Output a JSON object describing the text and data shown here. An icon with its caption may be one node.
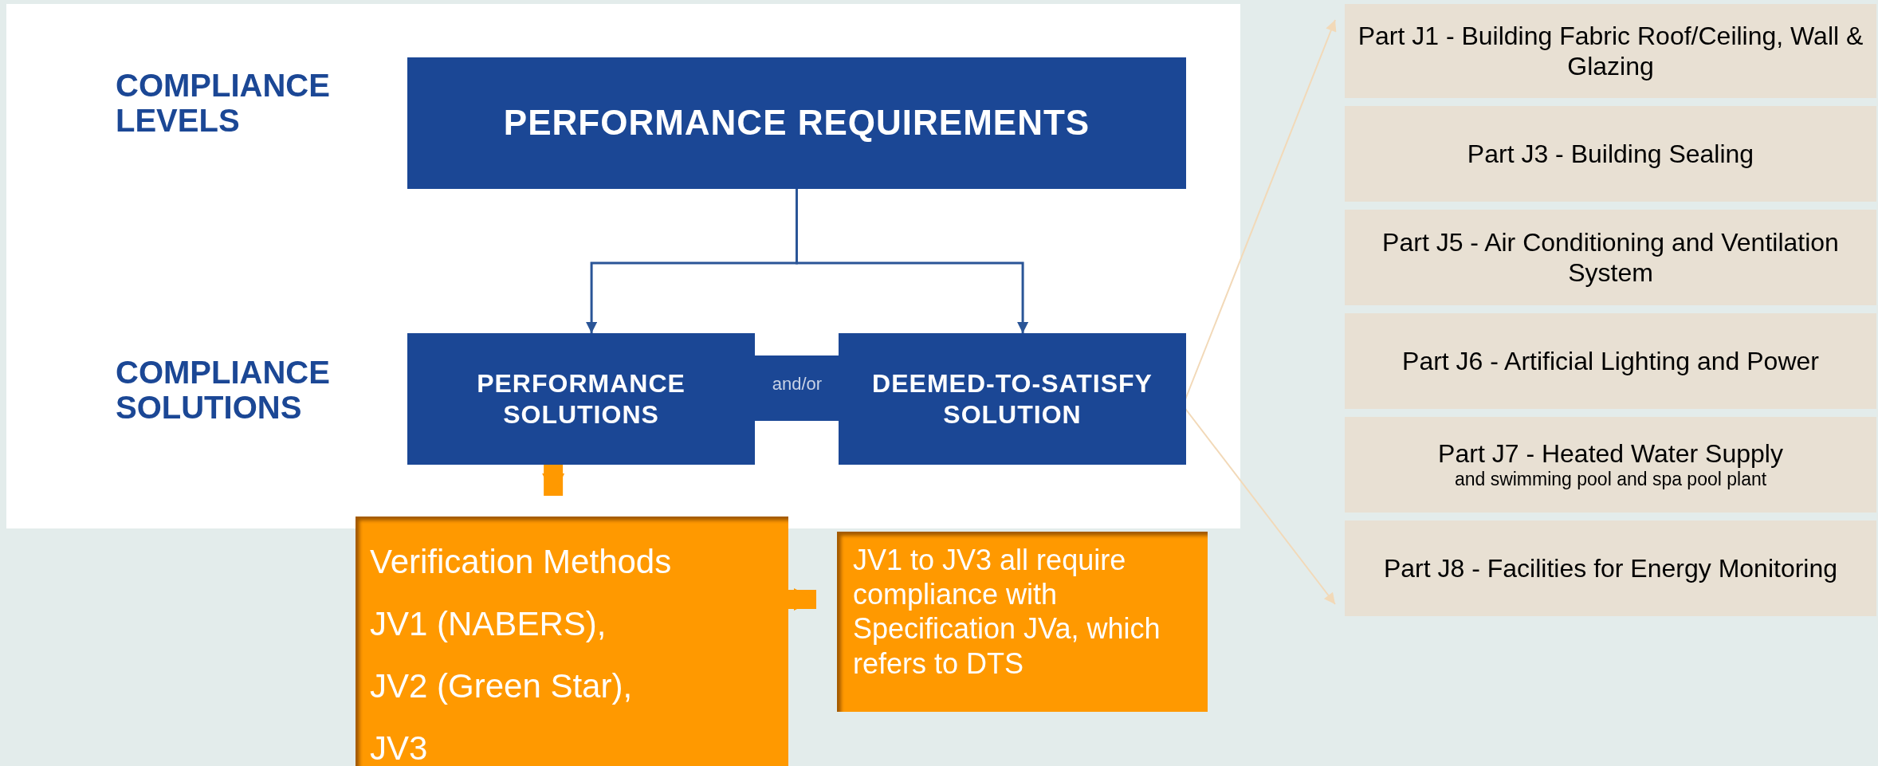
{
  "diagram": {
    "nodes": [
      {
        "text": [
          "PERFORMANCE REQUIREMENTS"
        ]
      },
      {
        "text": [
          "PERFORMANCE SOLUTIONS"
        ]
      },
      {
        "text": [
          "DEEMED-TO-SATISFY SOLUTION"
        ]
      },
      {
        "text": [
          "Verification Methods",
          "JV1 (NABERS),",
          "JV2 (Green Star),",
          "JV3"
        ]
      },
      {
        "text": [
          "JV1 to JV3 all require compliance with Specification JVa, which refers to DTS"
        ]
      },
      {
        "text": [
          "Part J1 - Building Fabric Roof/Ceiling, Wall & Glazing"
        ]
      },
      {
        "text": [
          "Part J3 - Building Sealing"
        ]
      },
      {
        "text": [
          "Part J5 - Air Conditioning and Ventilation System"
        ]
      },
      {
        "text": [
          "Part J6 - Artificial Lighting and Power"
        ]
      },
      {
        "text": [
          "Part J7 - Heated Water Supply",
          "and swimming pool and spa pool plant"
        ]
      },
      {
        "text": [
          "Part J8 - Facilities for Energy Monitoring"
        ]
      }
    ],
    "edges": [
      {
        "from": 0,
        "to": 1,
        "arrow": "to"
      },
      {
        "from": 0,
        "to": 2,
        "arrow": "to"
      },
      {
        "from": 1,
        "to": 3,
        "arrow": "to",
        "style": "thick",
        "color": "#ff9900"
      },
      {
        "from": 3,
        "to": 4,
        "arrow": "to",
        "style": "thick",
        "color": "#ff9900"
      },
      {
        "from": 2,
        "to": 5,
        "arrow": "to",
        "color": "#f2d9b8"
      },
      {
        "from": 2,
        "to": 10,
        "arrow": "to",
        "color": "#f2d9b8"
      }
    ],
    "labels": [
      "COMPLIANCE LEVELS",
      "COMPLIANCE SOLUTIONS",
      "and/or"
    ]
  }
}
